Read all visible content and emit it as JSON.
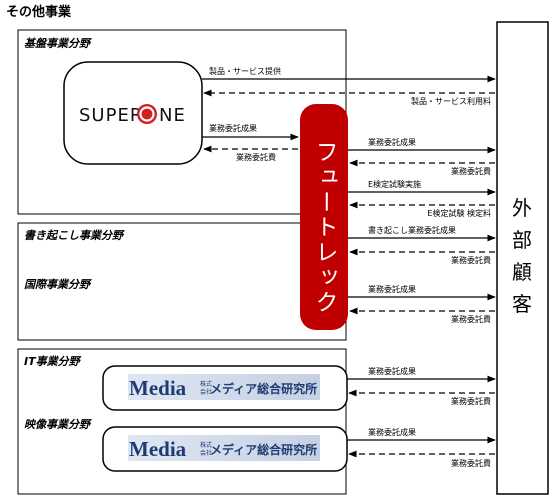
{
  "title": "その他事業",
  "segments": {
    "kiban": "基盤事業分野",
    "kakiokoshi": "書き起こし事業分野",
    "kokusai": "国際事業分野",
    "it": "IT事業分野",
    "eizo": "映像事業分野"
  },
  "superone": {
    "prefix": "SUPER",
    "ring_letter": "O",
    "suffix": "NE"
  },
  "futorekku": "フュートレック",
  "gaibu_kokyaku": [
    "外",
    "部",
    "顧",
    "客"
  ],
  "media_logo": {
    "word": "Media",
    "small_top": "株式",
    "small_bottom": "会社",
    "name": "メディア総合研究所"
  },
  "flows": {
    "seihin_teikyo": "製品・サービス提供",
    "seihin_riyoryo": "製品・サービス利用料",
    "itaku_seika": "業務委託成果",
    "itaku_hi": "業務委託費",
    "e_jisshi": "E検定試験実施",
    "e_ryo": "E検定試験 検定料",
    "kakiokoshi_seika": "書き起こし業務委託成果"
  },
  "colors": {
    "accent_red": "#c00000",
    "media_blue": "#1f3b73"
  }
}
